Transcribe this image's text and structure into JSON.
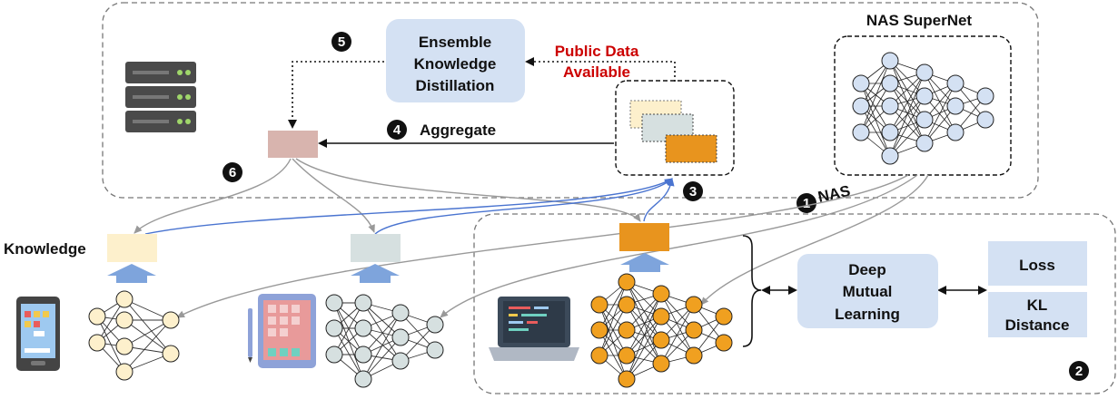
{
  "labels": {
    "nas_supernet": "NAS SuperNet",
    "ensemble_line1": "Ensemble",
    "ensemble_line2": "Knowledge",
    "ensemble_line3": "Distillation",
    "public_data_line1": "Public Data",
    "public_data_line2": "Available",
    "aggregate": "Aggregate",
    "nas": "NAS",
    "knowledge": "Knowledge",
    "dml_line1": "Deep",
    "dml_line2": "Mutual",
    "dml_line3": "Learning",
    "loss": "Loss",
    "kl_line1": "KL",
    "kl_line2": "Distance"
  },
  "steps": {
    "s1": "1",
    "s2": "2",
    "s3": "3",
    "s4": "4",
    "s5": "5",
    "s6": "6"
  },
  "colors": {
    "server_box_fill": "#d8b4ae",
    "client_a_fill": "#fdf0cc",
    "client_b_fill": "#d6e0e0",
    "client_c_fill": "#e8941e",
    "panel_fill": "#d4e1f3",
    "public_data_text": "#cc0000",
    "blue_arrow": "#4a74d0",
    "gray_arrow": "#999999",
    "up_arrow": "#7ea4dc",
    "node_yellow": "#fdf0cc",
    "node_gray": "#d6e0e0",
    "node_orange": "#f0a020",
    "node_blue": "#d4e1f3"
  },
  "icons": {
    "server": "server-rack-icon",
    "phone": "smartphone-icon",
    "tablet": "tablet-icon",
    "laptop": "laptop-icon"
  }
}
